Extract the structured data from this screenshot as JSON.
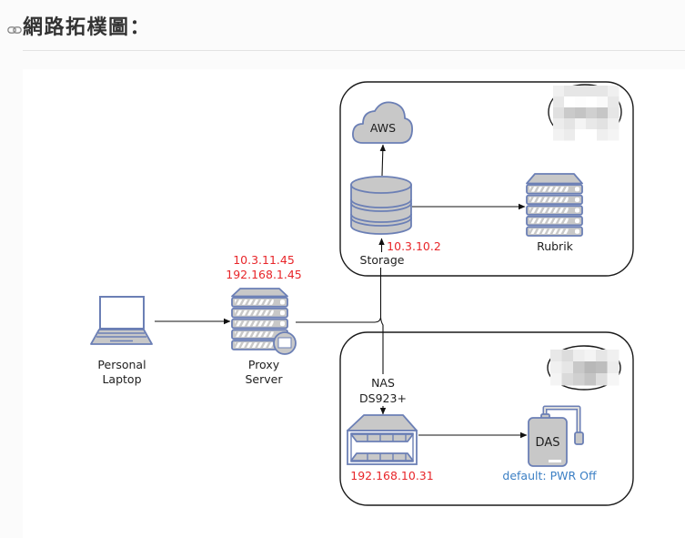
{
  "page": {
    "title": "網路拓樸圖：",
    "title_anchor_icon": "link-icon"
  },
  "diagram": {
    "groups": [
      {
        "id": "upper-site",
        "members": [
          "aws",
          "storage",
          "rubrik"
        ],
        "logo": "blurred-logo"
      },
      {
        "id": "lower-site",
        "members": [
          "nas",
          "das"
        ],
        "logo": "blurred-logo"
      }
    ],
    "nodes": {
      "laptop": {
        "icon": "laptop-icon",
        "label_line1": "Personal",
        "label_line2": "Laptop"
      },
      "proxy": {
        "icon": "proxy-server-icon",
        "label_line1": "Proxy",
        "label_line2": "Server",
        "ip_1": "10.3.11.45",
        "ip_2": "192.168.1.45"
      },
      "aws": {
        "icon": "cloud-icon",
        "label": "AWS"
      },
      "storage": {
        "icon": "database-icon",
        "label": "Storage",
        "ip": "10.3.10.2"
      },
      "rubrik": {
        "icon": "server-rack-icon",
        "label": "Rubrik"
      },
      "nas": {
        "icon": "nas-icon",
        "label_line1": "NAS",
        "label_line2": "DS923+",
        "ip": "192.168.10.31"
      },
      "das": {
        "icon": "external-drive-icon",
        "label": "DAS",
        "status": "default: PWR Off"
      }
    },
    "edges": [
      {
        "from": "laptop",
        "to": "proxy"
      },
      {
        "from": "proxy",
        "to": "storage"
      },
      {
        "from": "proxy",
        "to": "nas"
      },
      {
        "from": "storage",
        "to": "aws"
      },
      {
        "from": "storage",
        "to": "rubrik"
      },
      {
        "from": "nas",
        "to": "das"
      }
    ],
    "colors": {
      "ip_text": "#e8262a",
      "status_text": "#3b7fc4",
      "device_fill": "#c8c8c8",
      "device_stroke": "#6b7fb5",
      "label_text": "#1e1e1e"
    }
  }
}
